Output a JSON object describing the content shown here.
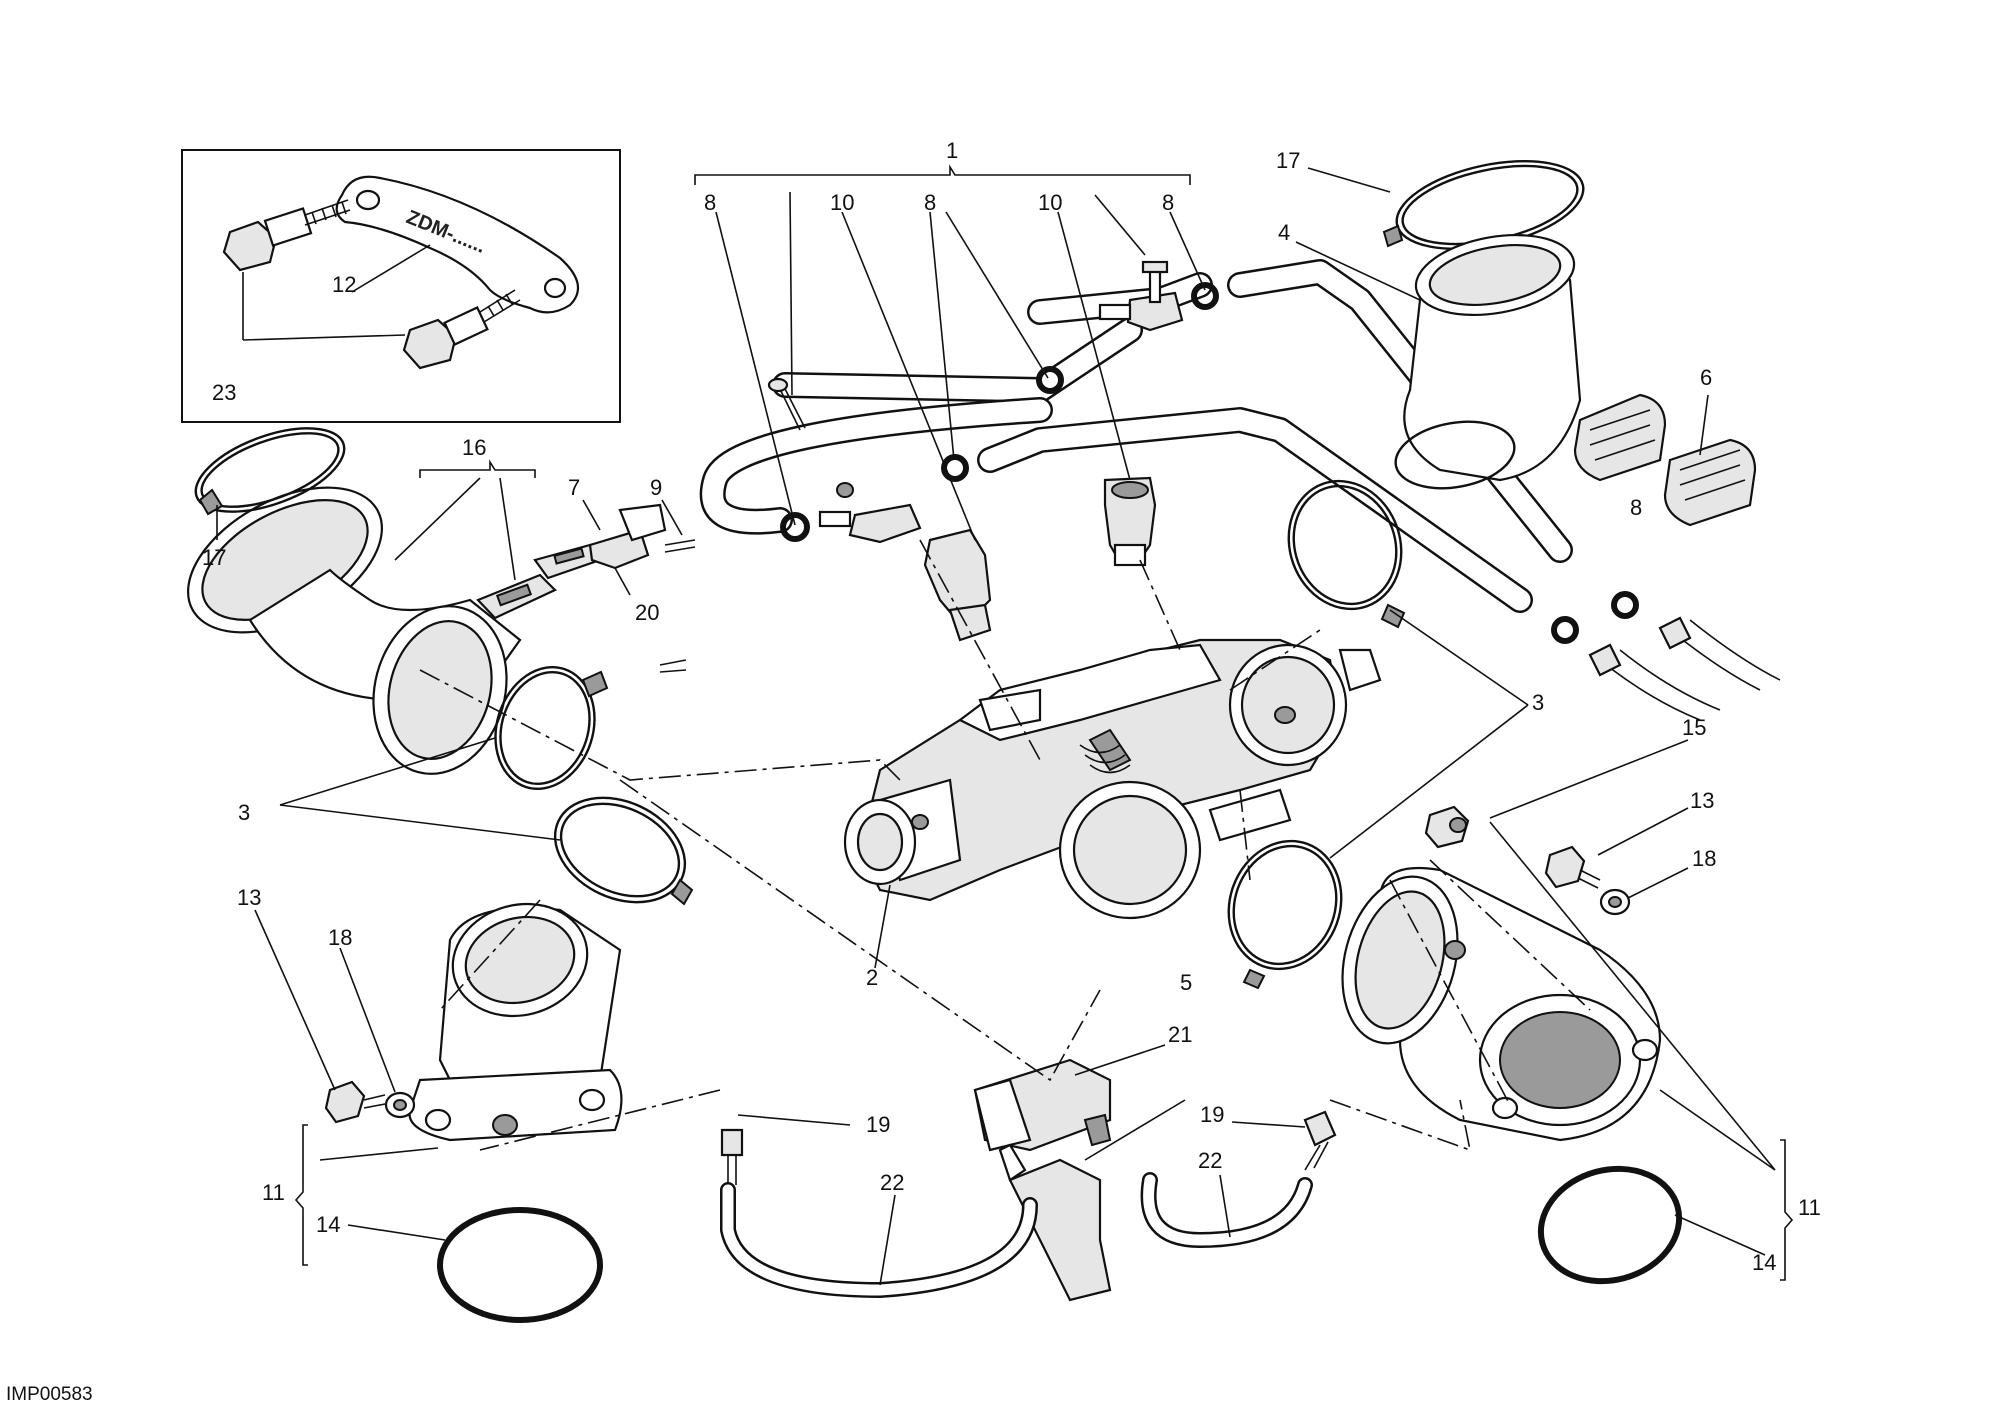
{
  "diagram_code": "IMP00583",
  "inset_engraving": "ZDM-......",
  "callouts": [
    {
      "id": "c1",
      "text": "1"
    },
    {
      "id": "c2",
      "text": "2"
    },
    {
      "id": "c3a",
      "text": "3"
    },
    {
      "id": "c3b",
      "text": "3"
    },
    {
      "id": "c4",
      "text": "4"
    },
    {
      "id": "c5",
      "text": "5"
    },
    {
      "id": "c6",
      "text": "6"
    },
    {
      "id": "c7",
      "text": "7"
    },
    {
      "id": "c8a",
      "text": "8"
    },
    {
      "id": "c8b",
      "text": "8"
    },
    {
      "id": "c8c",
      "text": "8"
    },
    {
      "id": "c8d",
      "text": "8"
    },
    {
      "id": "c9",
      "text": "9"
    },
    {
      "id": "c10a",
      "text": "10"
    },
    {
      "id": "c10b",
      "text": "10"
    },
    {
      "id": "c11a",
      "text": "11"
    },
    {
      "id": "c11b",
      "text": "11"
    },
    {
      "id": "c12",
      "text": "12"
    },
    {
      "id": "c13a",
      "text": "13"
    },
    {
      "id": "c13b",
      "text": "13"
    },
    {
      "id": "c14a",
      "text": "14"
    },
    {
      "id": "c14b",
      "text": "14"
    },
    {
      "id": "c15",
      "text": "15"
    },
    {
      "id": "c16",
      "text": "16"
    },
    {
      "id": "c17a",
      "text": "17"
    },
    {
      "id": "c17b",
      "text": "17"
    },
    {
      "id": "c18a",
      "text": "18"
    },
    {
      "id": "c18b",
      "text": "18"
    },
    {
      "id": "c19a",
      "text": "19"
    },
    {
      "id": "c19b",
      "text": "19"
    },
    {
      "id": "c20",
      "text": "20"
    },
    {
      "id": "c21",
      "text": "21"
    },
    {
      "id": "c22a",
      "text": "22"
    },
    {
      "id": "c22b",
      "text": "22"
    },
    {
      "id": "c23",
      "text": "23"
    }
  ],
  "colors": {
    "ink": "#111111",
    "paper": "#ffffff",
    "shade": "#e6e6e6"
  }
}
